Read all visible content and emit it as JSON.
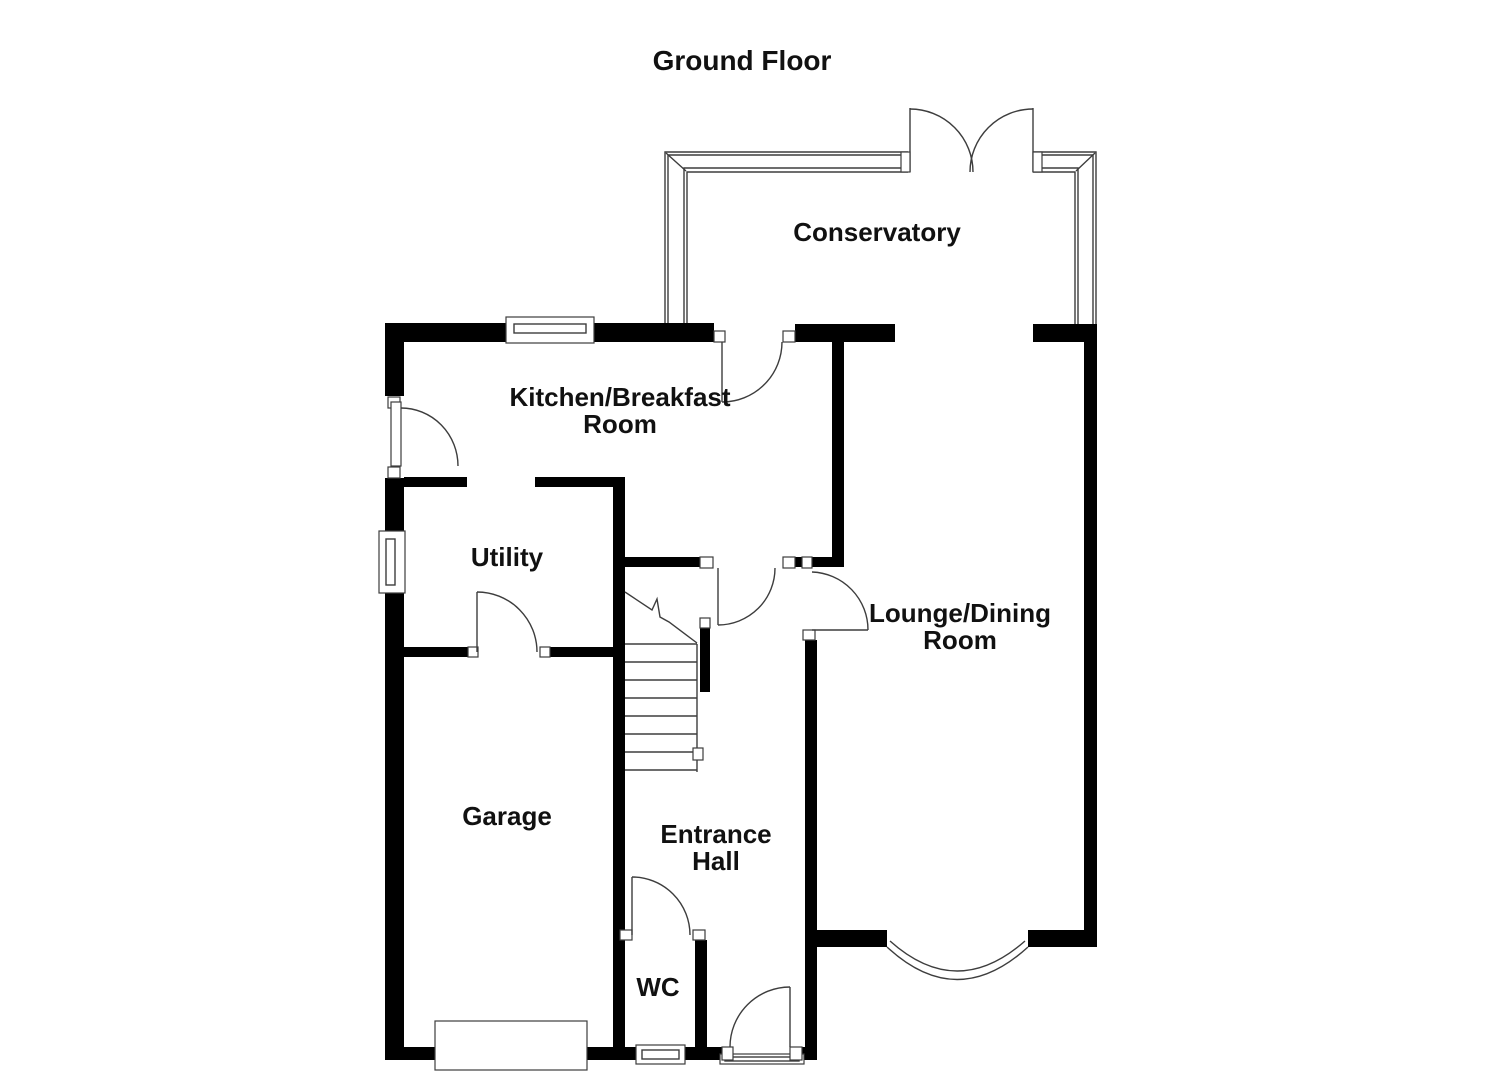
{
  "title": "Ground Floor",
  "rooms": {
    "conservatory": {
      "name": "Conservatory",
      "label_lines": [
        "Conservatory"
      ]
    },
    "kitchen": {
      "name": "Kitchen/Breakfast Room",
      "label_lines": [
        "Kitchen/Breakfast",
        "Room"
      ]
    },
    "utility": {
      "name": "Utility",
      "label_lines": [
        "Utility"
      ]
    },
    "garage": {
      "name": "Garage",
      "label_lines": [
        "Garage"
      ]
    },
    "entrance_hall": {
      "name": "Entrance Hall",
      "label_lines": [
        "Entrance",
        "Hall"
      ]
    },
    "wc": {
      "name": "WC",
      "label_lines": [
        "WC"
      ]
    },
    "lounge": {
      "name": "Lounge/Dining Room",
      "label_lines": [
        "Lounge/Dining",
        "Room"
      ]
    }
  },
  "colors": {
    "wall": "#000000",
    "line": "#3d3d3d",
    "background": "#ffffff",
    "text": "#111111"
  }
}
